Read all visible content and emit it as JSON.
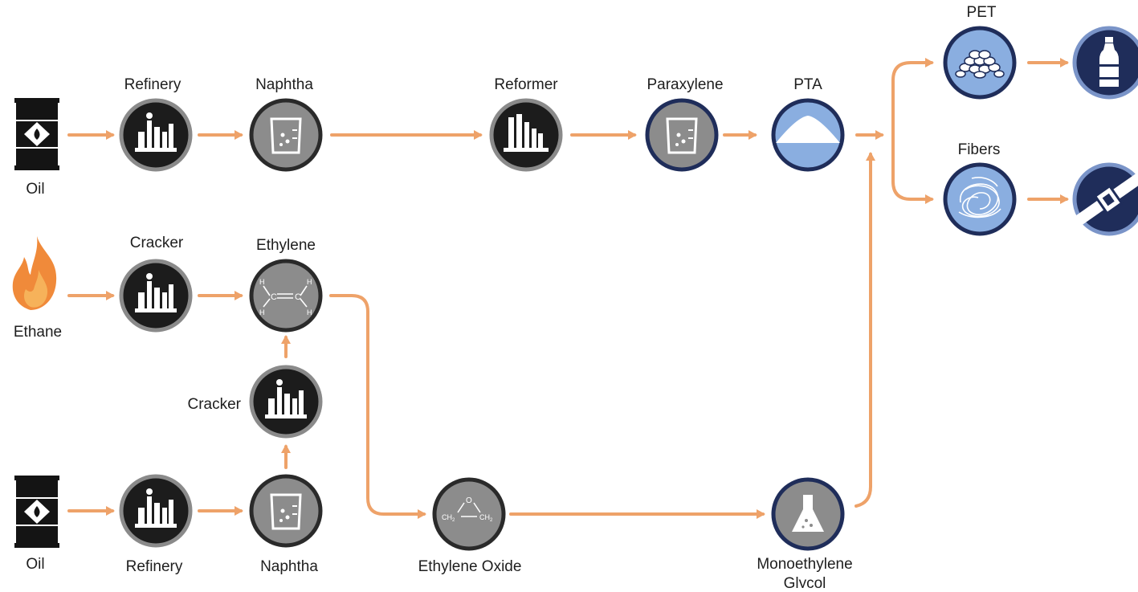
{
  "colors": {
    "arrow": "#eea269",
    "node_dark_fill": "#1c1c1c",
    "node_dark_ring": "#8a8a8a",
    "node_gray_fill": "#8c8c8c",
    "node_gray_ring": "#2a2a2a",
    "node_blue_fill": "#8aaee0",
    "node_blue_ring": "#1f2d5a",
    "node_navy_fill": "#1f2d5a",
    "node_navy_ring": "#7a94c8",
    "flame_outer": "#f08a3a",
    "flame_inner": "#f6b25a"
  },
  "labels": {
    "oil_top": "Oil",
    "refinery_top": "Refinery",
    "naphtha_top": "Naphtha",
    "reformer": "Reformer",
    "paraxylene": "Paraxylene",
    "pta": "PTA",
    "pet": "PET",
    "fibers": "Fibers",
    "ethane": "Ethane",
    "cracker_top": "Cracker",
    "ethylene": "Ethylene",
    "cracker_mid": "Cracker",
    "oil_bottom": "Oil",
    "refinery_bottom": "Refinery",
    "naphtha_bottom": "Naphtha",
    "ethylene_oxide": "Ethylene Oxide",
    "meg_line1": "Monoethylene",
    "meg_line2": "Glycol"
  },
  "icons": {
    "oil_top": "oil-barrel-icon",
    "refinery_top": "refinery-icon",
    "naphtha_top": "beaker-icon",
    "reformer": "reformer-plant-icon",
    "paraxylene": "beaker-icon",
    "pta": "powder-pile-icon",
    "pet": "pellets-icon",
    "bottle": "bottle-icon",
    "fibers": "fiber-tangle-icon",
    "strap": "seatbelt-strap-icon",
    "ethane": "flame-icon",
    "cracker_top": "refinery-icon",
    "ethylene": "ethylene-molecule-icon",
    "cracker_mid": "refinery-icon",
    "oil_bottom": "oil-barrel-icon",
    "refinery_bottom": "refinery-icon",
    "naphtha_bottom": "beaker-icon",
    "ethylene_oxide": "ethylene-oxide-molecule-icon",
    "meg": "flask-icon"
  },
  "molecule_text": {
    "ethylene_c": "C",
    "ethylene_h": "H",
    "oxide_o": "O",
    "oxide_ch2": "CH",
    "oxide_sub": "2"
  }
}
